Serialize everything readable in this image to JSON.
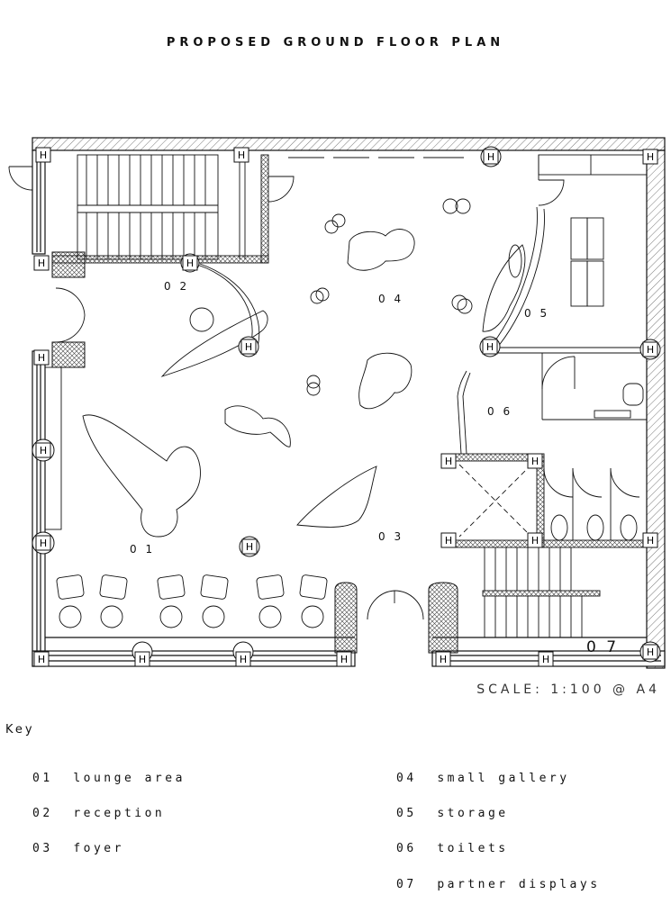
{
  "title": "PROPOSED GROUND FLOOR PLAN",
  "scale_note": "SCALE: 1:100 @ A4",
  "key_heading": "Key",
  "plan_labels": {
    "r01": "0 1",
    "r02": "0 2",
    "r03": "0 3",
    "r04": "0 4",
    "r05": "0 5",
    "r06": "0 6",
    "r07": "0 7",
    "heater": "H"
  },
  "key": {
    "left": [
      {
        "num": "01",
        "name": "lounge area"
      },
      {
        "num": "02",
        "name": "reception"
      },
      {
        "num": "03",
        "name": "foyer"
      }
    ],
    "right": [
      {
        "num": "04",
        "name": "small gallery"
      },
      {
        "num": "05",
        "name": "storage"
      },
      {
        "num": "06",
        "name": "toilets"
      },
      {
        "num": "07",
        "name": "partner displays"
      }
    ]
  }
}
